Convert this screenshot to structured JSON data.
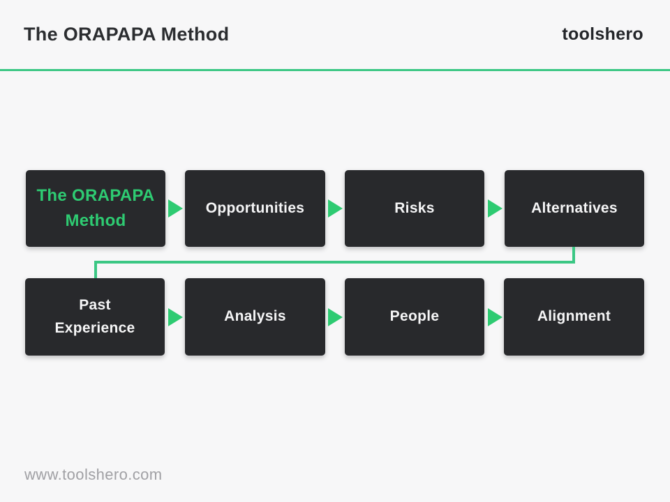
{
  "header": {
    "title": "The ORAPAPA Method",
    "logo": "toolshero"
  },
  "footer": {
    "url": "www.toolshero.com"
  },
  "colors": {
    "background": "#f7f7f8",
    "box_dark": "#28292c",
    "accent_green": "#2ecb72",
    "line_green": "#3bc784",
    "title_dark": "#2b2d30",
    "footer_gray": "#a0a0a4"
  },
  "diagram": {
    "rows": [
      {
        "boxes": [
          {
            "label": "The ORAPAPA Method",
            "highlight": true
          },
          {
            "label": "Opportunities"
          },
          {
            "label": "Risks"
          },
          {
            "label": "Alternatives"
          }
        ]
      },
      {
        "boxes": [
          {
            "label": "Past Experience"
          },
          {
            "label": "Analysis"
          },
          {
            "label": "People"
          },
          {
            "label": "Alignment"
          }
        ]
      }
    ],
    "flow": "row1 left-to-right, wrap-around connector from Alternatives to Past Experience, row2 left-to-right"
  }
}
